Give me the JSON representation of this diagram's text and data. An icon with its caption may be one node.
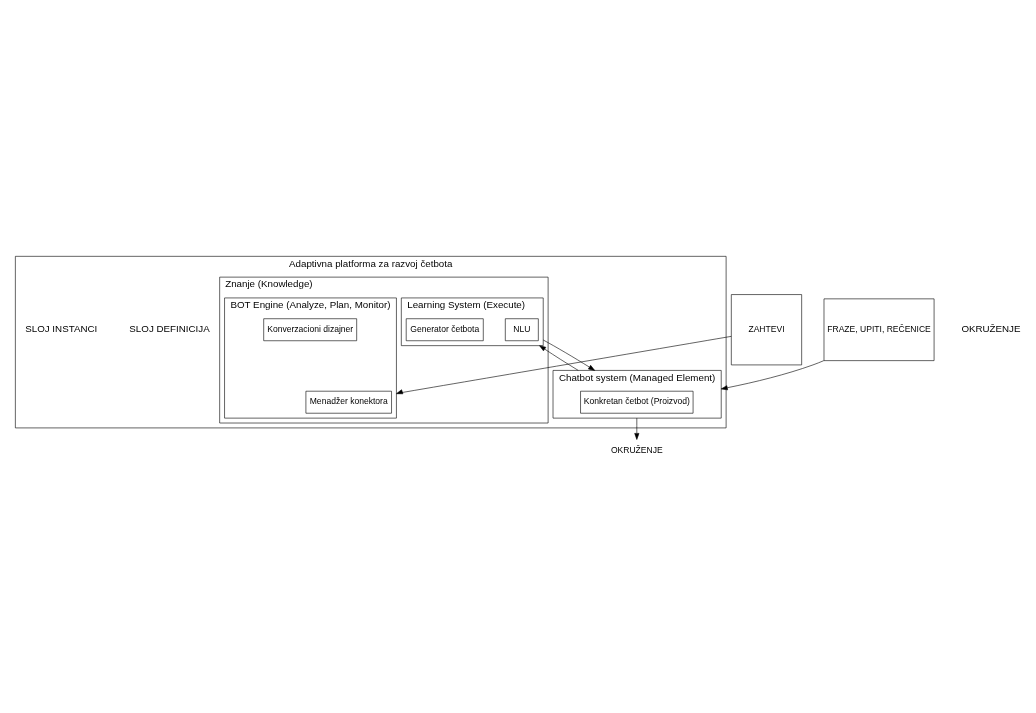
{
  "diagram": {
    "nodes": [
      {
        "text": [
          "Adaptivna platforma za razvoj četbota"
        ]
      },
      {
        "text": [
          "Znanje (Knowledge)"
        ],
        "in": 0
      },
      {
        "text": [
          "BOT Engine (Analyze, Plan, Monitor)"
        ],
        "in": 1
      },
      {
        "text": [
          "Menadžer konektora"
        ],
        "in": 2
      },
      {
        "text": [
          "Konverzacioni dizajner"
        ],
        "in": 2
      },
      {
        "text": [
          "Learning System (Execute)"
        ],
        "in": 1
      },
      {
        "text": [
          "NLU"
        ],
        "in": 5
      },
      {
        "text": [
          "Generator četbota"
        ],
        "in": 5
      },
      {
        "text": [
          "Chatbot system (Managed Element)"
        ],
        "in": 0
      },
      {
        "text": [
          "Konkretan četbot (Proizvod)"
        ],
        "in": 8
      },
      {
        "text": [
          "ZAHTEVI"
        ]
      },
      {
        "text": [
          "FRAZE, UPITI, REČENICE"
        ]
      },
      {
        "text": [
          "OKRUŽENJE"
        ]
      }
    ],
    "edges": [
      {
        "from": 10,
        "to": 2,
        "arrow": "to"
      },
      {
        "from": 5,
        "to": 8,
        "arrow": "to"
      },
      {
        "from": 8,
        "to": 5,
        "arrow": "to"
      },
      {
        "from": 11,
        "to": 8,
        "arrow": "to"
      },
      {
        "from": 8,
        "to": 12,
        "arrow": "to"
      }
    ],
    "labels": [
      "OKRUŽENJE",
      "SLOJ DEFINICIJA",
      "SLOJ INSTANCI"
    ]
  }
}
